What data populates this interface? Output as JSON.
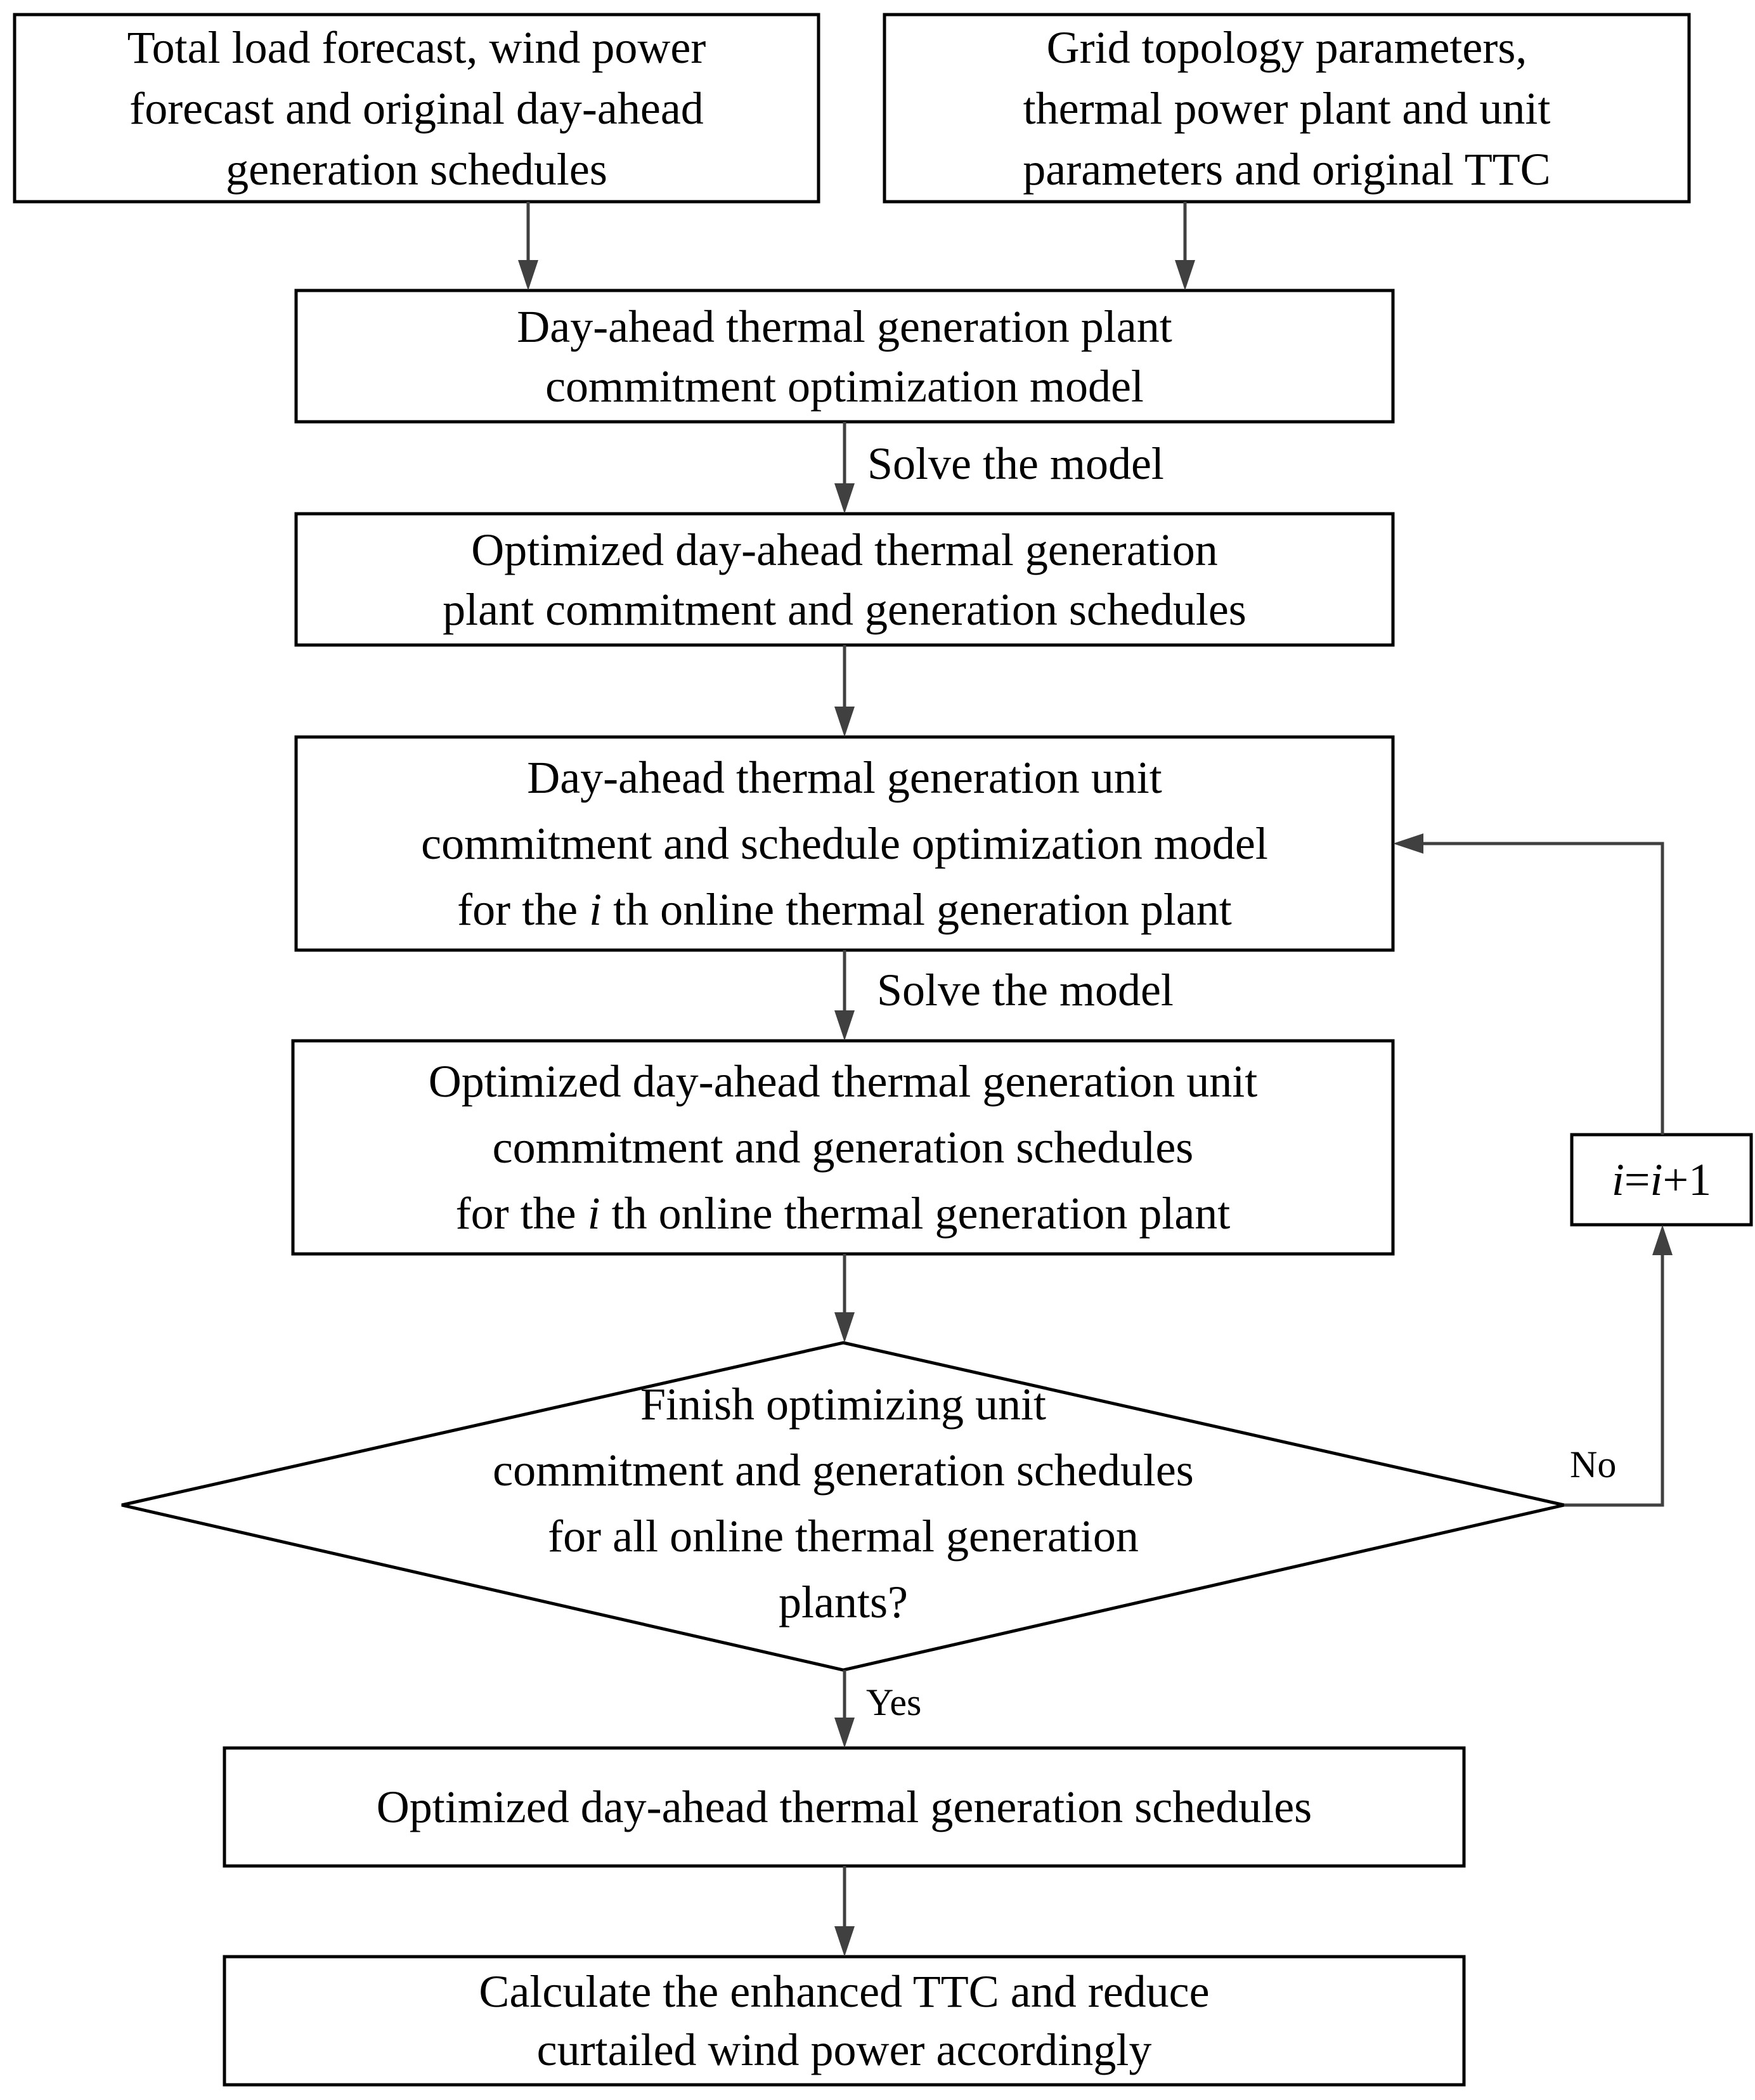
{
  "nodes": {
    "inputs_left": {
      "lines": [
        "Total load forecast, wind power",
        "forecast and original day-ahead",
        "generation schedules"
      ]
    },
    "inputs_right": {
      "lines": [
        "Grid topology parameters,",
        "thermal power plant and unit",
        "parameters and original TTC"
      ]
    },
    "plant_model": {
      "lines": [
        "Day-ahead thermal generation plant",
        "commitment optimization model"
      ]
    },
    "plant_schedules": {
      "lines": [
        "Optimized day-ahead thermal generation",
        "plant commitment and generation schedules"
      ]
    },
    "unit_model": {
      "line1": "Day-ahead thermal generation unit",
      "line2": "commitment and schedule optimization model",
      "line3_pre": "for the",
      "line3_var": "i",
      "line3_post": "th online thermal generation plant"
    },
    "unit_schedules": {
      "line1": "Optimized day-ahead thermal generation unit",
      "line2": "commitment and generation schedules",
      "line3_pre": "for the",
      "line3_var": "i",
      "line3_post": "th online thermal generation plant"
    },
    "decision": {
      "lines": [
        "Finish optimizing unit",
        "commitment and generation schedules",
        "for all online thermal generation",
        "plants?"
      ]
    },
    "increment": {
      "var1": "i",
      "eq": "=",
      "var2": "i",
      "plus": "+1"
    },
    "final_schedules": {
      "lines": [
        "Optimized day-ahead thermal generation schedules"
      ]
    },
    "result": {
      "lines": [
        "Calculate the enhanced TTC and reduce",
        "curtailed wind power accordingly"
      ]
    }
  },
  "edges": {
    "solve_1": "Solve the model",
    "solve_2": "Solve the model",
    "no": "No",
    "yes": "Yes"
  },
  "colors": {
    "box_stroke": "#000000",
    "arrow": "#404040",
    "text": "#000000",
    "background": "#ffffff"
  }
}
